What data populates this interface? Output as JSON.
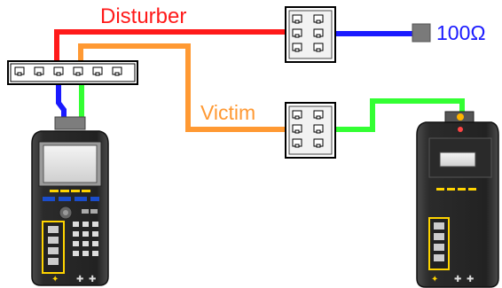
{
  "labels": {
    "disturber": "Disturber",
    "victim": "Victim",
    "termination": "100Ω"
  },
  "colors": {
    "disturber_line": "#ff1a1a",
    "victim_line": "#ff9933",
    "termination_line": "#1a1aff",
    "far_end_line": "#33ff33",
    "near_pair_a": "#1a1aff",
    "near_pair_b": "#33ff33",
    "label_disturber": "#ff1a1a",
    "label_victim": "#ff9933",
    "label_termination": "#1a1aff",
    "device_body": "#2a2a2a",
    "device_accent": "#ffd400",
    "device_keypad_blue": "#1a4dcc"
  },
  "icons": {
    "patch_panel": "six-port-patch-panel-icon",
    "termination": "resistor-termination-icon",
    "main_tester": "handheld-cable-tester-icon",
    "remote_tester": "remote-tester-unit-icon"
  }
}
